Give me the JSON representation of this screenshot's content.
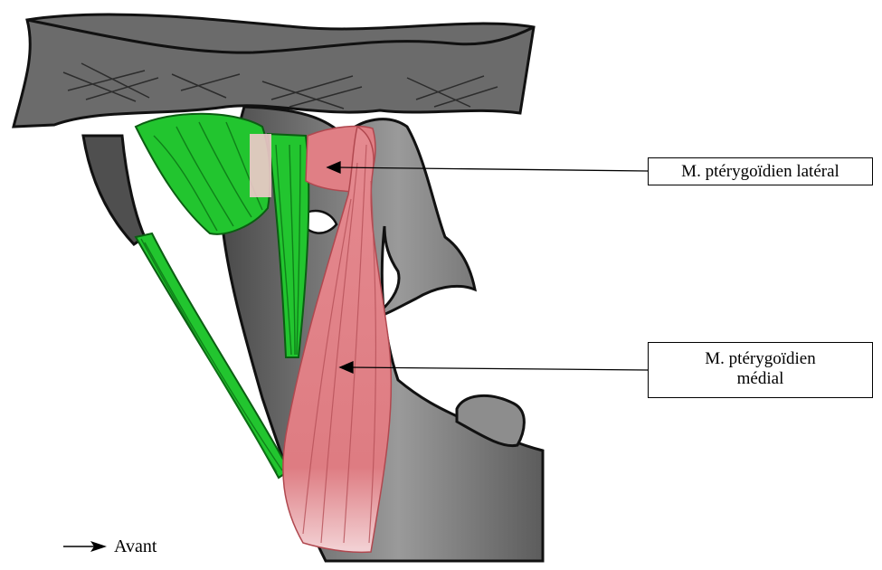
{
  "labels": {
    "lateral_pterygoid": "M. ptérygoïdien latéral",
    "medial_pterygoid_line1": "M. ptérygoïdien",
    "medial_pterygoid_line2": "médial"
  },
  "orientation": {
    "text": "Avant",
    "icon": "arrow-right-icon"
  },
  "colors": {
    "bone": "#6e6e6e",
    "bone_dark": "#4a4a4a",
    "ligament_green": "#1fc22c",
    "muscle_red": "#e07f85",
    "outline": "#111111"
  }
}
